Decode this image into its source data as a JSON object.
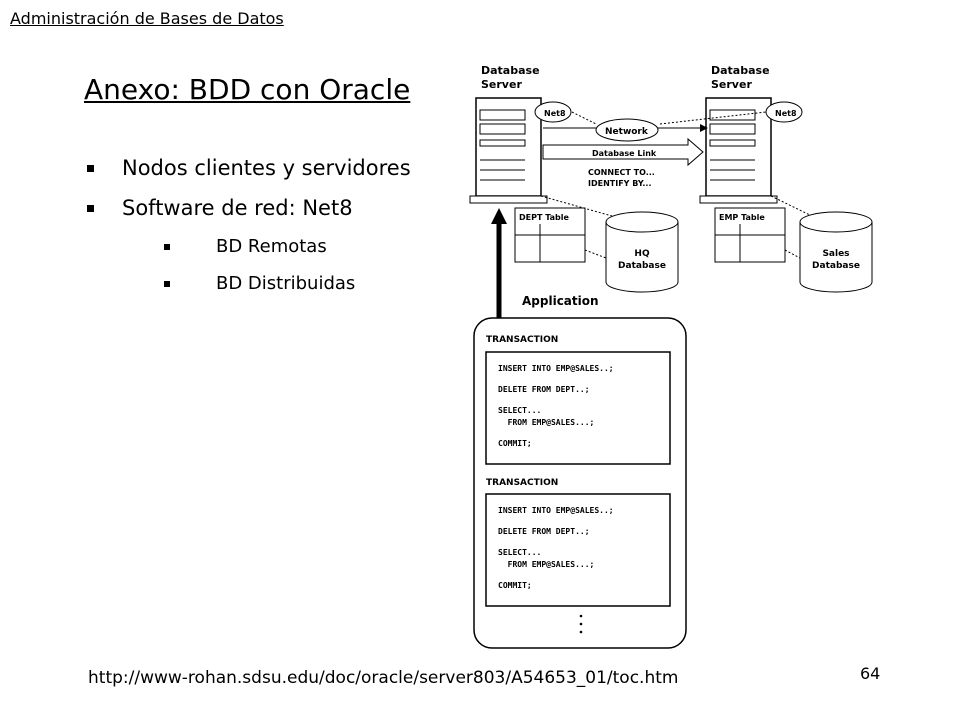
{
  "header": "Administración de Bases de Datos",
  "title": "Anexo: BDD con Oracle",
  "bullets": [
    "Nodos clientes y servidores",
    "Software de red: Net8"
  ],
  "subbullets": [
    "BD Remotas",
    "BD Distribuidas"
  ],
  "diagram": {
    "server_left_label": [
      "Database",
      "Server"
    ],
    "server_right_label": [
      "Database",
      "Server"
    ],
    "net8_left": "Net8",
    "net8_right": "Net8",
    "network": "Network",
    "database_link": "Database Link",
    "connect_lines": [
      "CONNECT TO...",
      "IDENTIFY BY..."
    ],
    "dept_table": "DEPT Table",
    "emp_table": "EMP Table",
    "hq_db": [
      "HQ",
      "Database"
    ],
    "sales_db": [
      "Sales",
      "Database"
    ],
    "application": "Application",
    "transaction_label": "TRANSACTION",
    "transaction_lines": [
      "INSERT INTO EMP@SALES..;",
      "DELETE FROM DEPT..;",
      "SELECT...",
      "  FROM EMP@SALES...;",
      "COMMIT;"
    ]
  },
  "url": "http://www-rohan.sdsu.edu/doc/oracle/server803/A54653_01/toc.htm",
  "page_number": "64"
}
